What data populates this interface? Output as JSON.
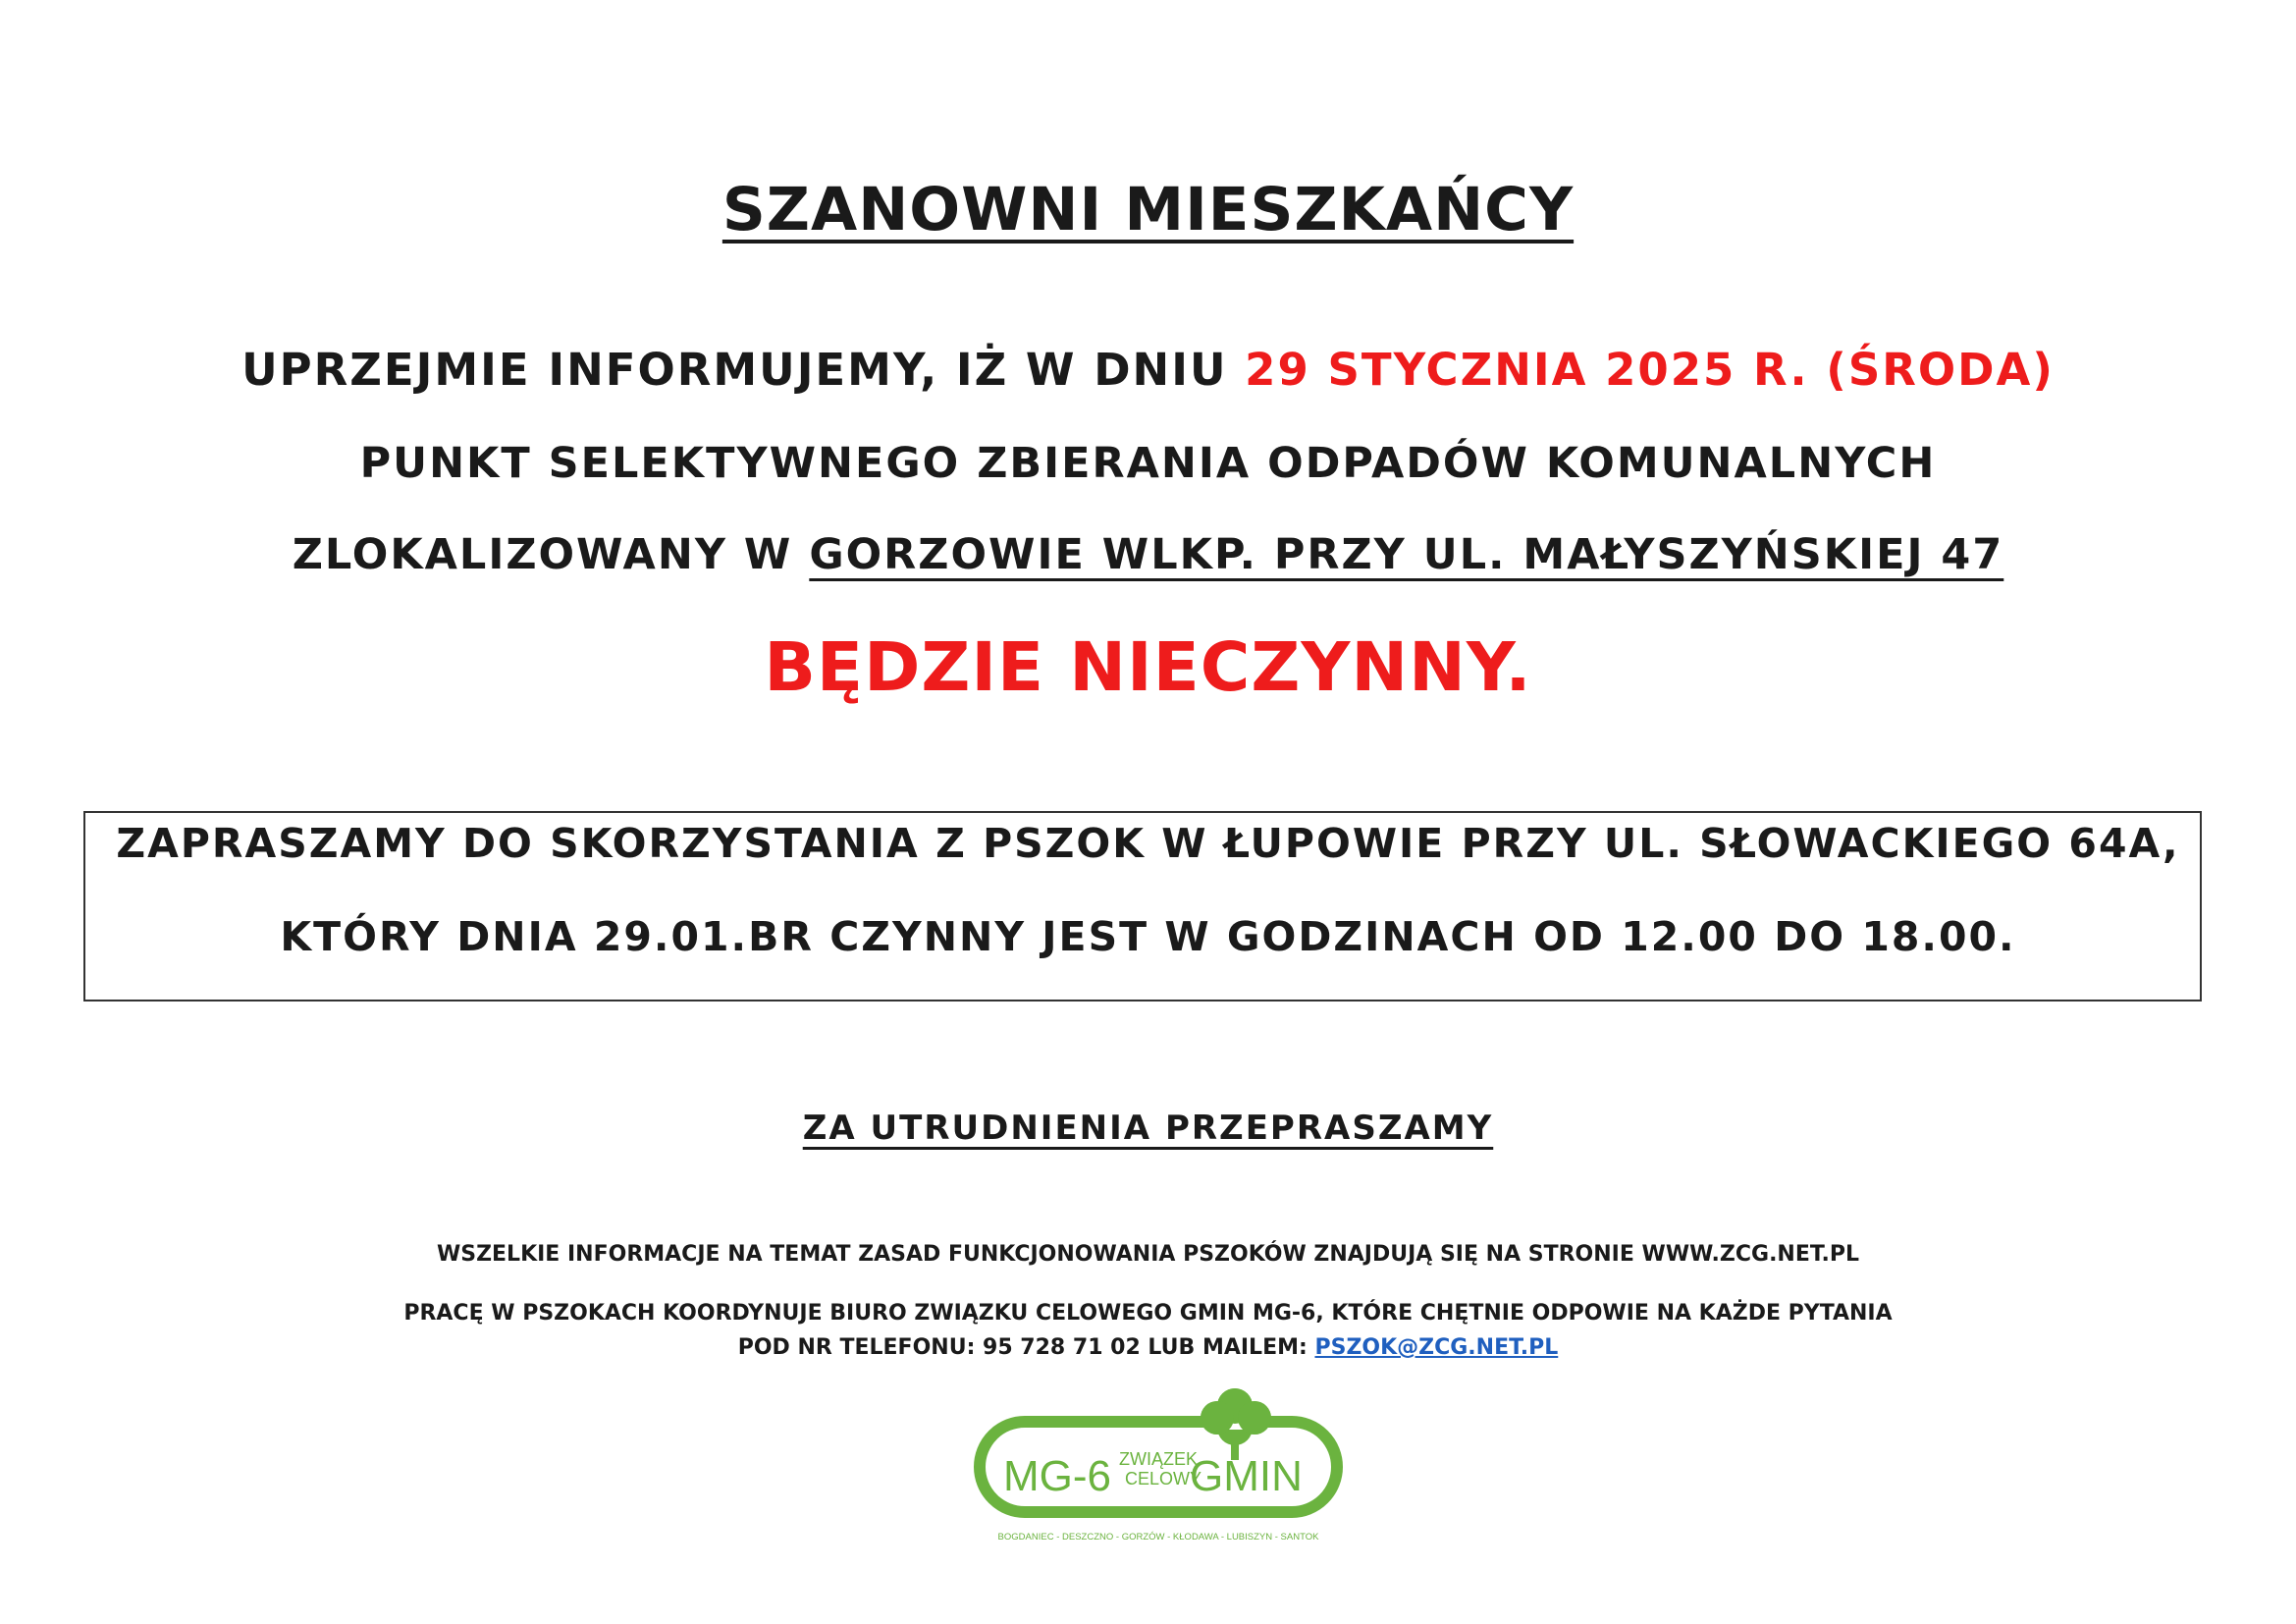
{
  "header": {
    "title": "SZANOWNI MIESZKAŃCY"
  },
  "notice": {
    "line1_prefix": "UPRZEJMIE INFORMUJEMY, IŻ W DNIU ",
    "line1_date": "29 STYCZNIA 2025 R. (ŚRODA)",
    "line2": "PUNKT SELEKTYWNEGO ZBIERANIA ODPADÓW KOMUNALNYCH",
    "line3_prefix": "ZLOKALIZOWANY W ",
    "line3_address": "GORZOWIE WLKP. PRZY UL. MAŁYSZYŃSKIEJ 47",
    "closed": "BĘDZIE NIECZYNNY."
  },
  "box": {
    "line1": "ZAPRASZAMY DO SKORZYSTANIA Z PSZOK W ŁUPOWIE PRZY UL. SŁOWACKIEGO 64A,",
    "line2": "KTÓRY DNIA 29.01.BR CZYNNY JEST W GODZINACH OD 12.00 DO 18.00."
  },
  "apology": "ZA UTRUDNIENIA PRZEPRASZAMY",
  "info": {
    "line1": "WSZELKIE INFORMACJE NA TEMAT ZASAD FUNKCJONOWANIA PSZOKÓW ZNAJDUJĄ SIĘ NA STRONIE WWW.ZCG.NET.PL",
    "line2": "PRACĘ W PSZOKACH KOORDYNUJE BIURO ZWIĄZKU CELOWEGO GMIN MG-6, KTÓRE CHĘTNIE ODPOWIE NA KAŻDE PYTANIA",
    "line3_prefix": "POD NR TELEFONU: 95 728 71 02 LUB MAILEM: ",
    "email": "PSZOK@ZCG.NET.PL"
  },
  "logo": {
    "color": "#6bb33f",
    "mg6": "MG-6",
    "zwiazek": "ZWIĄZEK",
    "celowy": "CELOWY",
    "gmin": "GMIN",
    "towns": "BOGDANIEC - DESZCZNO - GORZÓW - KŁODAWA - LUBISZYN - SANTOK"
  }
}
